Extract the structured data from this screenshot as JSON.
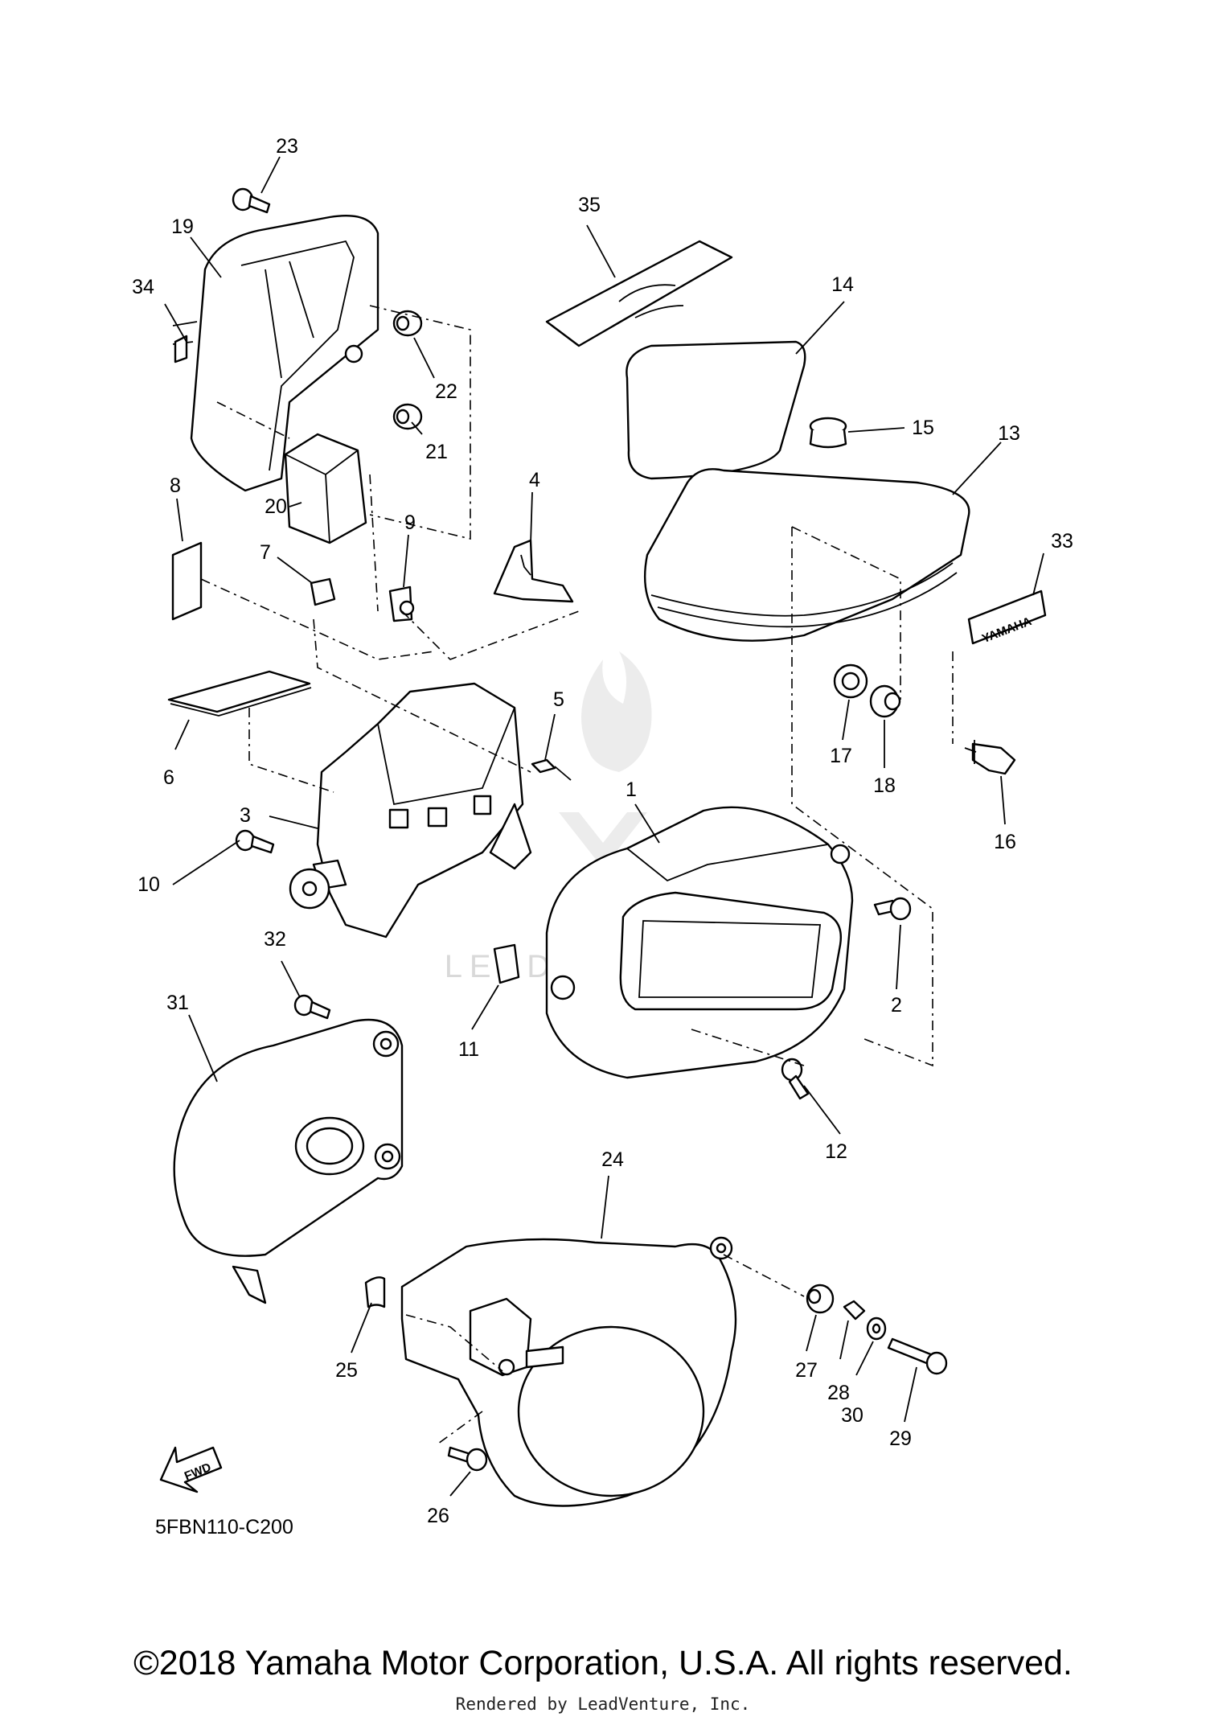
{
  "diagram_code": "5FBN110-C200",
  "copyright": "©2018 Yamaha Motor Corporation, U.S.A. All rights reserved.",
  "rendered_by": "Rendered by LeadVenture, Inc.",
  "watermark": "LEADVENTURE",
  "fwd_label": "FWD",
  "brand_tag": "YAMAHA",
  "callouts": {
    "c1": "1",
    "c2": "2",
    "c3": "3",
    "c4": "4",
    "c5": "5",
    "c6": "6",
    "c7": "7",
    "c8": "8",
    "c9": "9",
    "c10": "10",
    "c11": "11",
    "c12": "12",
    "c13": "13",
    "c14": "14",
    "c15": "15",
    "c16": "16",
    "c17": "17",
    "c18": "18",
    "c19": "19",
    "c20": "20",
    "c21": "21",
    "c22": "22",
    "c23": "23",
    "c24": "24",
    "c25": "25",
    "c26": "26",
    "c27": "27",
    "c28": "28",
    "c29": "29",
    "c30": "30",
    "c31": "31",
    "c32": "32",
    "c33": "33",
    "c34": "34",
    "c35": "35"
  }
}
